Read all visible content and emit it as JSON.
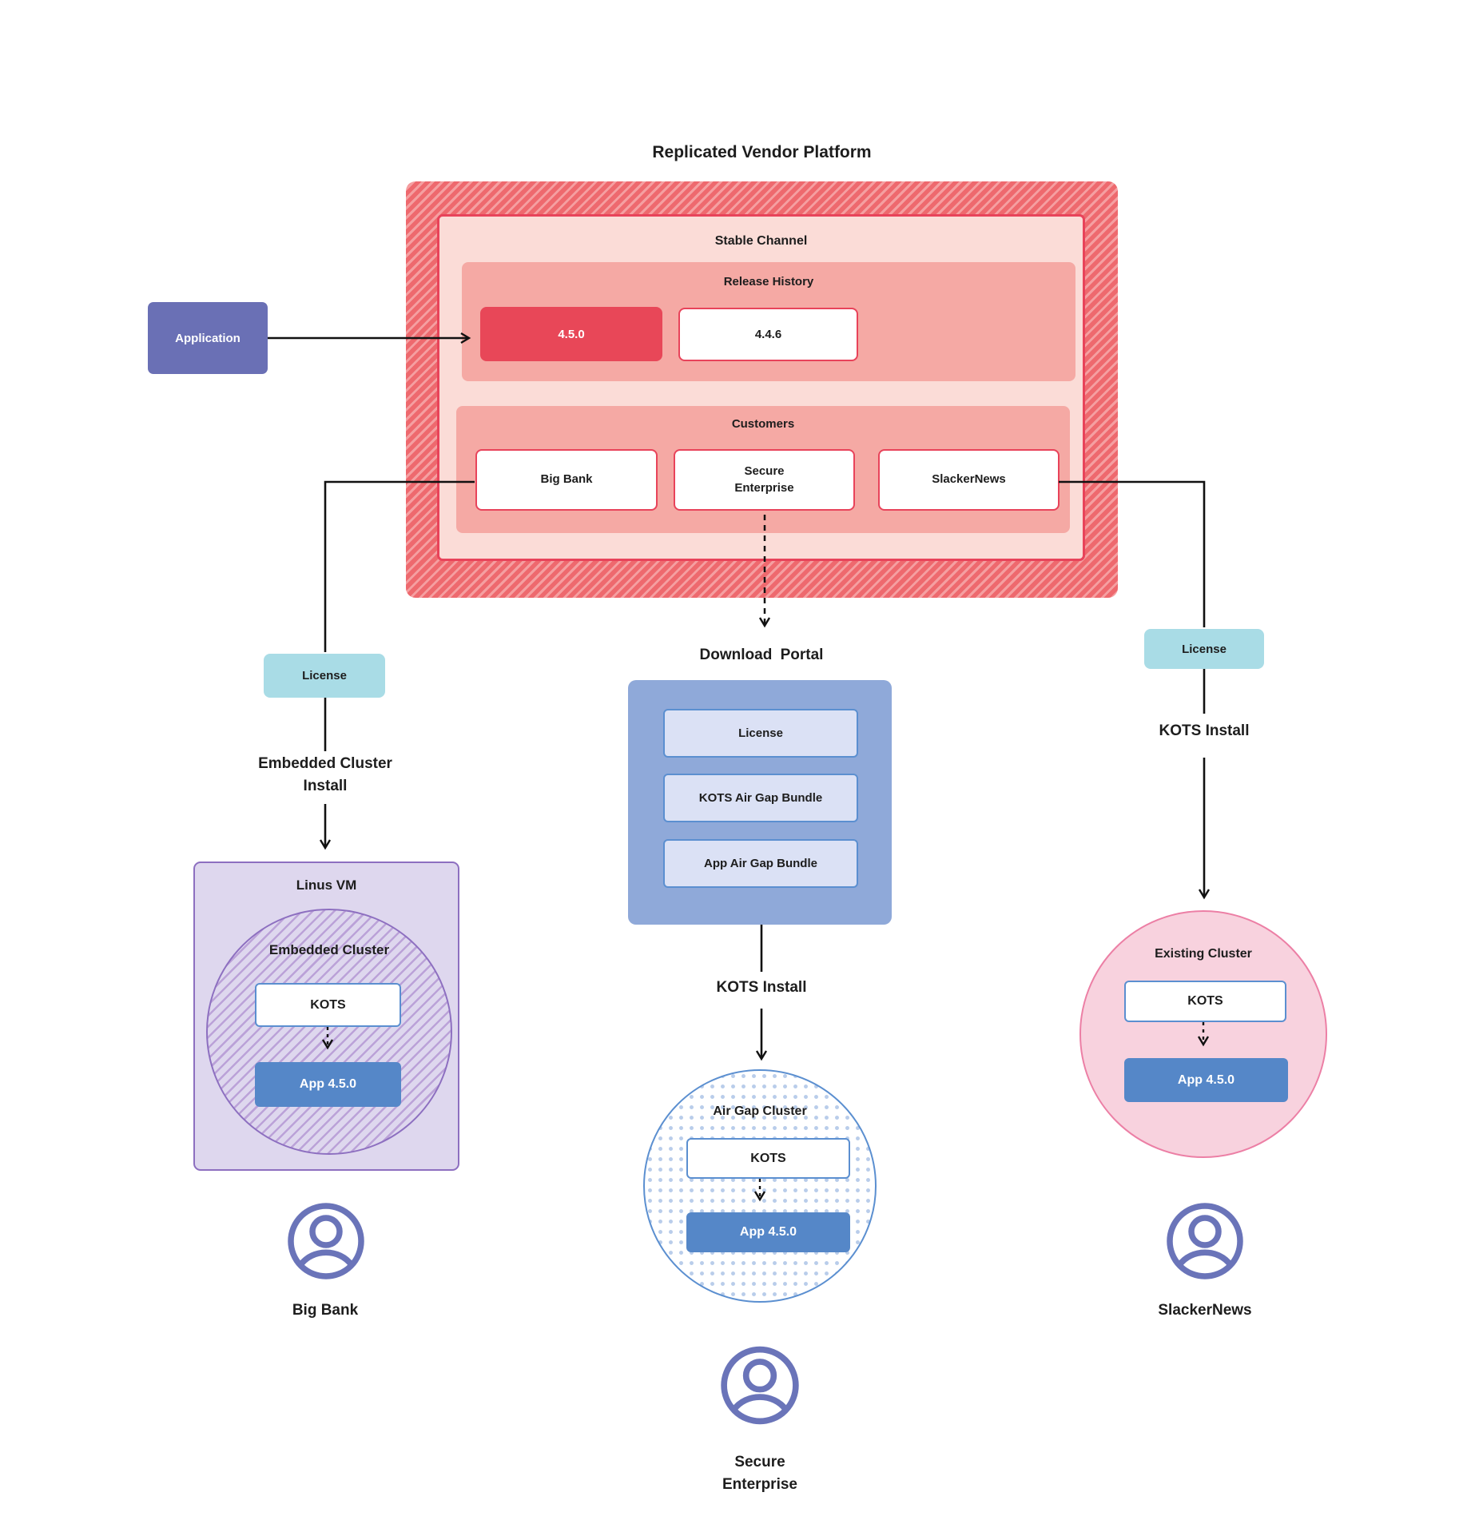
{
  "title": "Replicated Vendor Platform",
  "application": {
    "label": "Application"
  },
  "platform": {
    "stable_channel_label": "Stable Channel",
    "release_history": {
      "label": "Release History",
      "releases": [
        {
          "version": "4.5.0",
          "state": "current"
        },
        {
          "version": "4.4.6",
          "state": "previous"
        }
      ]
    },
    "customers": {
      "label": "Customers",
      "items": [
        {
          "name": "Big Bank"
        },
        {
          "name": "Secure Enterprise"
        },
        {
          "name": "SlackerNews"
        }
      ]
    }
  },
  "left_branch": {
    "license_label": "License",
    "install_line1": "Embedded Cluster",
    "install_line2": "Install",
    "vm_label": "Linus VM",
    "cluster_label": "Embedded Cluster",
    "kots_label": "KOTS",
    "app_label": "App 4.5.0",
    "customer_name": "Big Bank"
  },
  "middle_branch": {
    "portal_label": "Download Portal",
    "portal_items": [
      {
        "label": "License"
      },
      {
        "label": "KOTS Air Gap Bundle"
      },
      {
        "label": "App Air Gap Bundle"
      }
    ],
    "install_label": "KOTS Install",
    "cluster_label": "Air Gap Cluster",
    "kots_label": "KOTS",
    "app_label": "App 4.5.0",
    "customer_name_line1": "Secure",
    "customer_name_line2": "Enterprise"
  },
  "right_branch": {
    "license_label": "License",
    "install_label": "KOTS Install",
    "cluster_label": "Existing Cluster",
    "kots_label": "KOTS",
    "app_label": "App 4.5.0",
    "customer_name": "SlackerNews"
  },
  "colors": {
    "platform_red": "#ee696e",
    "platform_stripe": "#f59fa1",
    "stable_fill": "#fbdcd7",
    "stable_border": "#e8435a",
    "panel_salmon": "#f5a9a4",
    "release_current_fill": "#e84758",
    "application_purple": "#6a70b5",
    "license_teal": "#a9dce6",
    "vm_fill": "#ded7ee",
    "vm_border": "#8d6fc0",
    "vm_hatch": "#bba2d8",
    "app_chip_blue": "#5587c8",
    "kots_border_blue": "#5b8fd0",
    "portal_fill": "#8fa9d9",
    "portal_item_fill": "#dbe1f5",
    "airgap_dot_blue": "#b9cdea",
    "existing_fill": "#f8d2de",
    "existing_border": "#ec7fa5",
    "user_icon_purple": "#6a74b9",
    "connector_black": "#111111"
  }
}
